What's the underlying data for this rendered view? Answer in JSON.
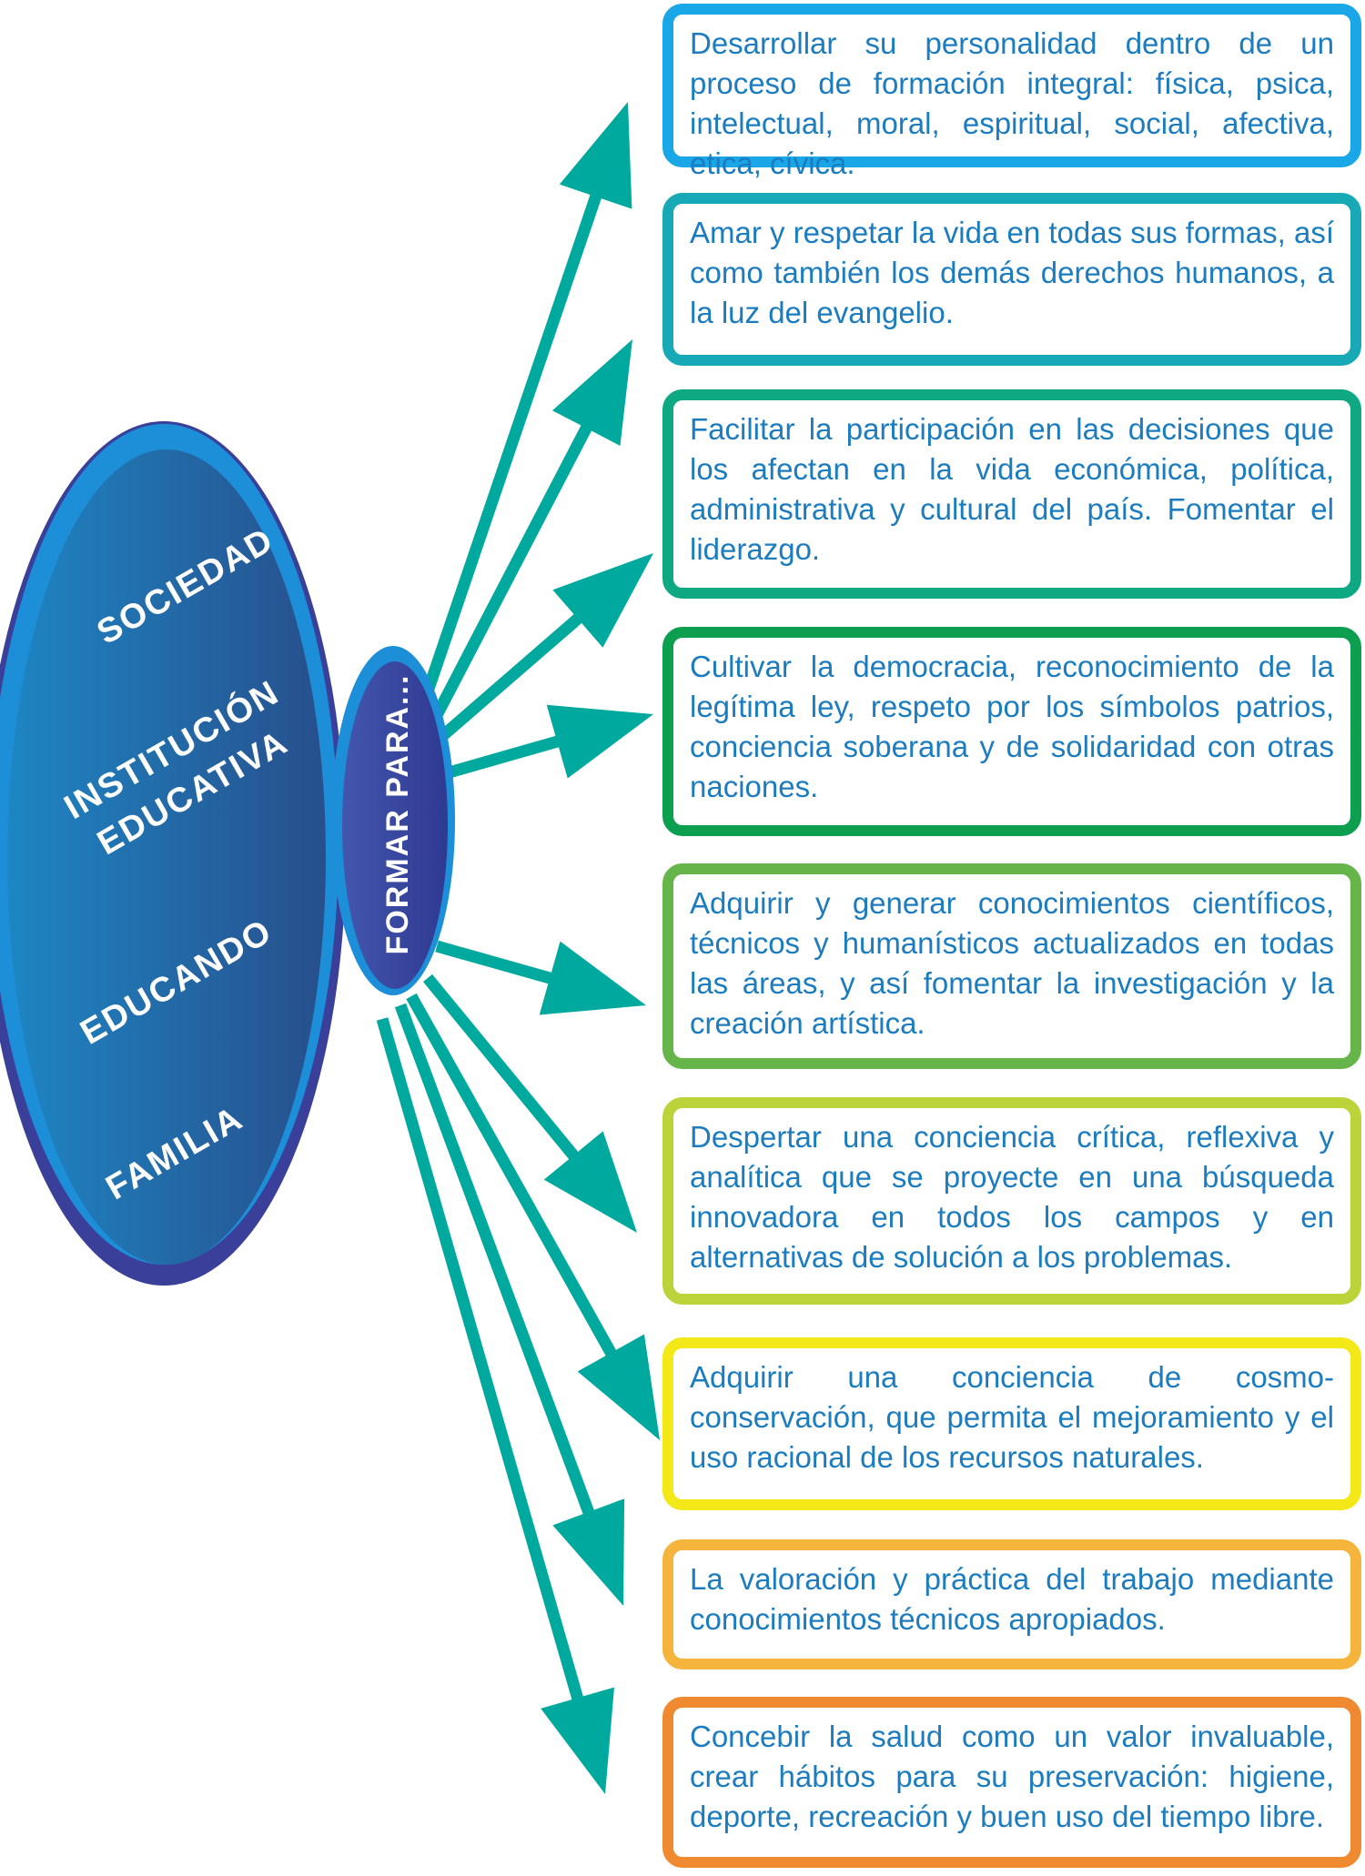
{
  "colors": {
    "arrow": "#00a99d",
    "text": "#1b7cc0",
    "big_oval_ring": "#1d8fd8",
    "big_oval_fill": "#205d96",
    "small_oval_ring": "#1d8fd8",
    "small_oval_fill": "#3a3f99"
  },
  "big_oval": {
    "labels": [
      "SOCIEDAD",
      "INSTITUCIÓN",
      "EDUCATIVA",
      "EDUCANDO",
      "FAMILIA"
    ]
  },
  "small_oval": {
    "label": "FORMAR PARA..."
  },
  "boxes": [
    {
      "text": "Desarrollar su personalidad dentro de un proceso de formación integral: física, psica, intelectual, moral, espiritual, social, afectiva, etica, cívica.",
      "border_color": "#1aa7e8"
    },
    {
      "text": "Amar y respetar la vida en todas sus formas, así como también los demás derechos humanos, a la luz del evangelio.",
      "border_color": "#17a9b5"
    },
    {
      "text": "Facilitar la participación en las decisiones que los afectan en la vida económica, política, administrativa y cultural del país. Fomentar el liderazgo.",
      "border_color": "#0ea882"
    },
    {
      "text": "Cultivar la democracia, reconocimiento de la legítima ley, respeto por los símbolos patrios, conciencia soberana y de solidaridad con otras naciones.",
      "border_color": "#0c9f4f"
    },
    {
      "text": "Adquirir y generar conocimientos científicos, técnicos y humanísticos actualizados en todas las áreas, y así fomentar la investigación y la creación artística.",
      "border_color": "#66b54a"
    },
    {
      "text": "Despertar una conciencia crítica, reflexiva y analítica que se proyecte en una búsqueda innovadora en todos los campos y en alternativas de solución a los problemas.",
      "border_color": "#bcd33a"
    },
    {
      "text": "Adquirir una conciencia de cosmo- conservación, que permita el mejoramiento y el uso racional de los recursos naturales.",
      "border_color": "#f4e918"
    },
    {
      "text": "La valoración y práctica del trabajo mediante conocimientos técnicos apropiados.",
      "border_color": "#f5b43b"
    },
    {
      "text": "Concebir la salud como un valor invaluable, crear hábitos para su preservación: higiene, deporte, recreación y buen uso del tiempo libre.",
      "border_color": "#f08a30"
    }
  ]
}
